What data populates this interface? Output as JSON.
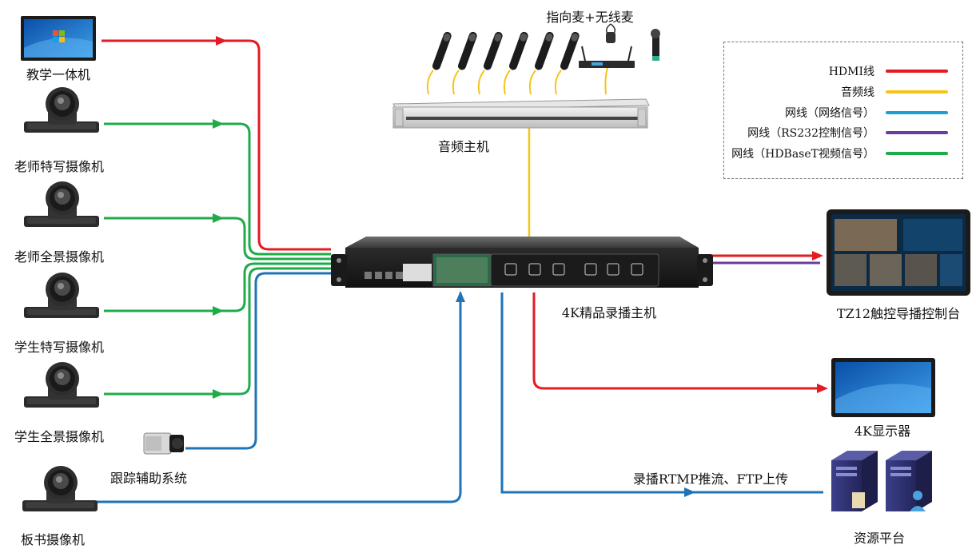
{
  "colors": {
    "hdmi": "#e31b23",
    "audio": "#f5c518",
    "network": "#1a9fd6",
    "rs232": "#6a3d9a",
    "hdbaset": "#1fab4a",
    "blue_line": "#1f73b7"
  },
  "devices": {
    "teaching_pc": "教学一体机",
    "teacher_closeup_cam": "老师特写摄像机",
    "teacher_panorama_cam": "老师全景摄像机",
    "student_closeup_cam": "学生特写摄像机",
    "student_panorama_cam": "学生全景摄像机",
    "tracking_system": "跟踪辅助系统",
    "blackboard_cam": "板书摄像机",
    "mics": "指向麦+无线麦",
    "audio_host": "音频主机",
    "recorder": "4K精品录播主机",
    "touch_console": "TZ12触控导播控制台",
    "display": "4K显示器",
    "resource_platform": "资源平台"
  },
  "edge_labels": {
    "rtmp": "录播RTMP推流、FTP上传"
  },
  "legend": {
    "items": [
      {
        "label": "HDMI线",
        "color_key": "hdmi"
      },
      {
        "label": "音频线",
        "color_key": "audio"
      },
      {
        "label": "网线（网络信号）",
        "color_key": "network"
      },
      {
        "label": "网线（RS232控制信号）",
        "color_key": "rs232"
      },
      {
        "label": "网线（HDBaseT视频信号）",
        "color_key": "hdbaset"
      }
    ]
  },
  "icons": [
    "monitor-icon",
    "ptz-camera-icon",
    "box-camera-icon",
    "gooseneck-mic-icon",
    "wireless-mic-receiver-icon",
    "rack-audio-host-icon",
    "rack-recorder-icon",
    "touch-console-icon",
    "server-icon"
  ]
}
